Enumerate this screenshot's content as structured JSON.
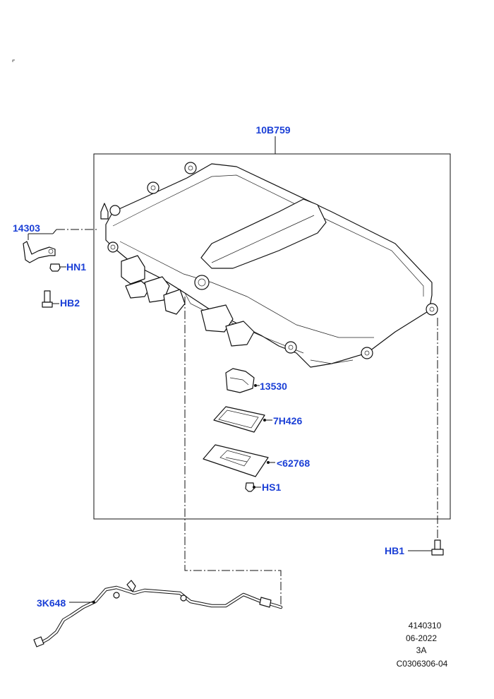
{
  "callouts": {
    "main_assembly": "10B759",
    "bracket": "14303",
    "nut_hn1": "HN1",
    "bolt_hb2": "HB2",
    "connector": "13530",
    "gasket": "7H426",
    "cover_plate": "<62768",
    "screw_hs1": "HS1",
    "bolt_hb1": "HB1",
    "harness": "3K648"
  },
  "drawing_info": {
    "number": "4140310",
    "date": "06-2022",
    "revision": "3A",
    "code": "C0306306-04"
  },
  "colors": {
    "callout_text": "#1a3fd6",
    "line_art": "#111111"
  }
}
